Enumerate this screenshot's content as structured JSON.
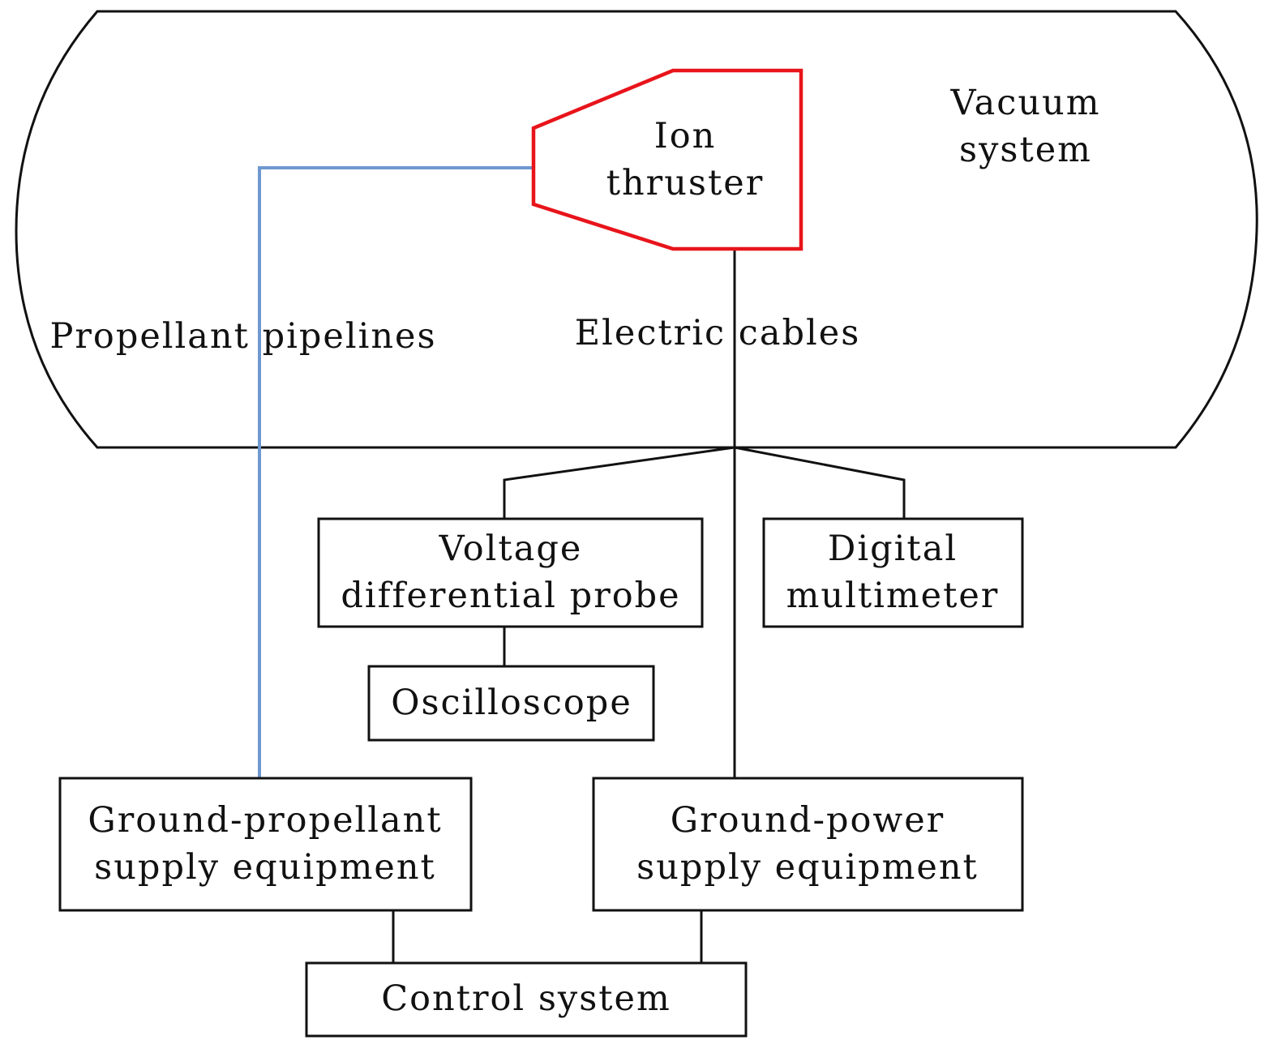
{
  "colors": {
    "thruster_outline": "#e8141b",
    "propellant_pipeline": "#6f98cf",
    "lines": "#111111"
  },
  "vacuum_system": {
    "line1": "Vacuum",
    "line2": "system"
  },
  "ion_thruster": {
    "line1": "Ion",
    "line2": "thruster"
  },
  "labels": {
    "propellant_pipelines": "Propellant pipelines",
    "electric_cables": "Electric cables"
  },
  "boxes": {
    "voltage_probe": {
      "line1": "Voltage",
      "line2": "differential probe"
    },
    "digital_multimeter": {
      "line1": "Digital",
      "line2": "multimeter"
    },
    "oscilloscope": {
      "line1": "Oscilloscope"
    },
    "ground_propellant": {
      "line1": "Ground-propellant",
      "line2": "supply equipment"
    },
    "ground_power": {
      "line1": "Ground-power",
      "line2": "supply equipment"
    },
    "control_system": {
      "line1": "Control system"
    }
  }
}
